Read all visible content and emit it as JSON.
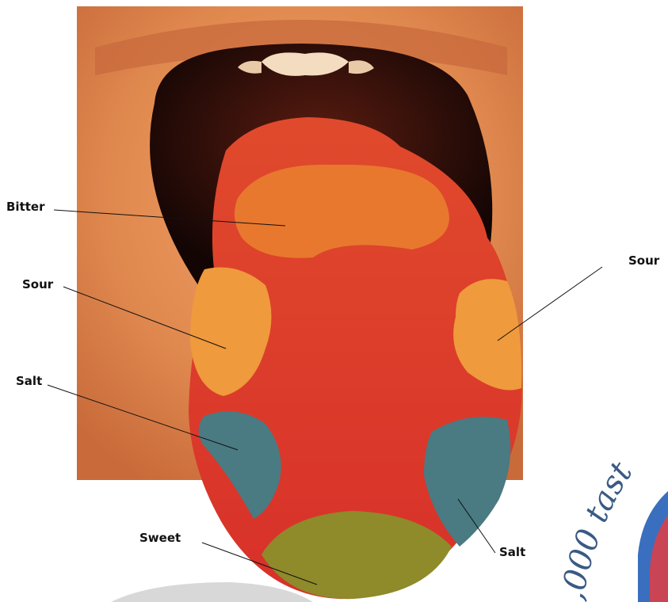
{
  "labels": {
    "bitter": "Bitter",
    "sour_left": "Sour",
    "sour_right": "Sour",
    "salt_left": "Salt",
    "salt_right": "Salt",
    "sweet": "Sweet"
  },
  "corner_text": ",000 tast",
  "colors": {
    "skin": "#e0894f",
    "mouth": "#1a0a08",
    "tongue_red": "#d9352b",
    "bitter_zone": "#e8782e",
    "sour_zone": "#ef9a3c",
    "salt_zone": "#4a7a82",
    "sweet_zone": "#8f8a2a",
    "lip": "#c86a3a",
    "teeth": "#f3dcc0",
    "accent_blue": "#3a6fbf"
  }
}
